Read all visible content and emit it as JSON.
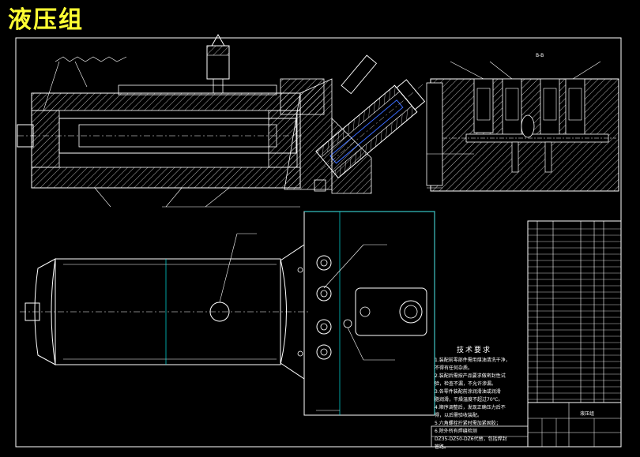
{
  "drawing": {
    "title": "液压组",
    "section_label": "B-B",
    "title_block_name": "液压组"
  },
  "tech_requirements": {
    "heading": "技术要求",
    "lines": [
      "1.装配前零部件需用煤油清洗干净，",
      "不得有任何杂质。",
      "2.装配后需按产品要求做密封性试",
      "验，检查不漏，不允许渗漏。",
      "3.各零件装配前涂润滑油或润滑",
      "脂润滑，干燥温度不超过70℃。",
      "4.顺序调整后，发现正确压力后不",
      "得，以后需验收装配。",
      "5.六角螺栓拧紧时需加紧固胶；",
      "6.除外所有焊缝检测",
      "DZ35-DZ50-DZ6代替，包括焊封",
      "管路。"
    ]
  },
  "colors": {
    "background": "#000000",
    "line": "#ffffff",
    "title": "#ffff33",
    "center_line": "#00e5e5",
    "accent_blue": "#3a6cff"
  }
}
